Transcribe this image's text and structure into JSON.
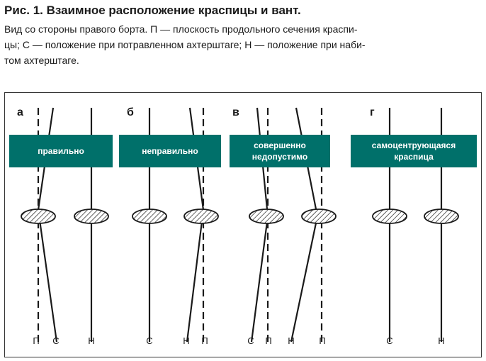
{
  "figure": {
    "title": "Рис. 1. Взаимное расположение краспицы и вант.",
    "description_lines": [
      "Вид со стороны правого борта. П — плоскость продольного сечения краспи-",
      "цы; С — положение при потравленном ахтерштаге; Н — положение при наби-",
      "том ахтерштаге."
    ]
  },
  "colors": {
    "banner": "#00706a",
    "ink": "#1a1a1a",
    "frame": "#333333"
  },
  "panels": [
    {
      "letter": "а",
      "banner_lines": [
        "правильно"
      ],
      "bottom_labels": [
        "П",
        "С",
        "Н"
      ]
    },
    {
      "letter": "б",
      "banner_lines": [
        "неправильно"
      ],
      "bottom_labels": [
        "С",
        "Н",
        "П"
      ]
    },
    {
      "letter": "в",
      "banner_lines": [
        "совершенно",
        "недопустимо"
      ],
      "bottom_labels": [
        "С",
        "П",
        "Н",
        "П"
      ]
    },
    {
      "letter": "г",
      "banner_lines": [
        "самоцентрующаяся",
        "краспица"
      ],
      "bottom_labels": [
        "С",
        "Н"
      ]
    }
  ]
}
